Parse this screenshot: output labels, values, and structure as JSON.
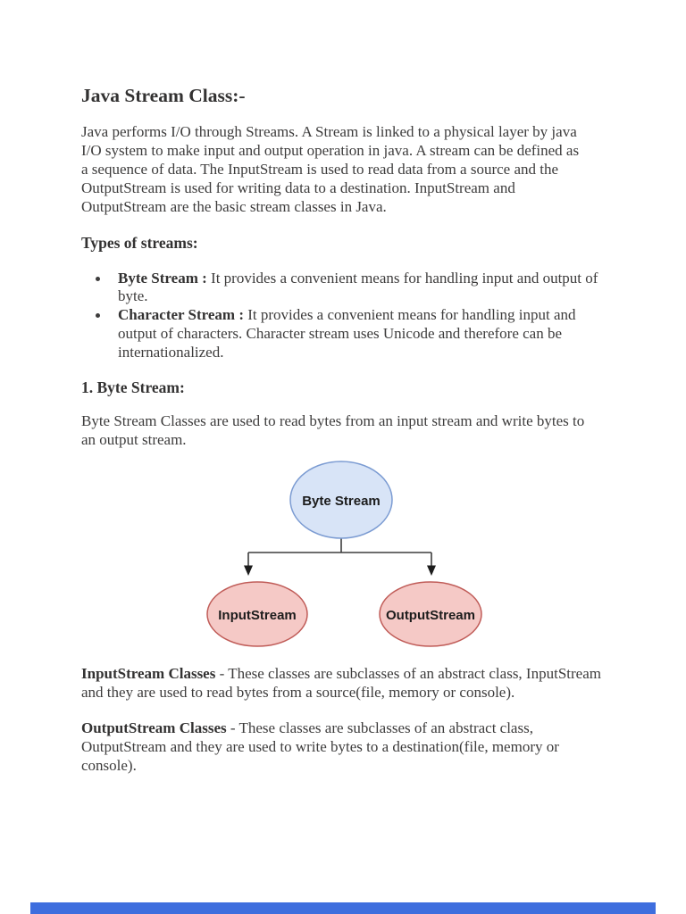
{
  "document": {
    "title": "Java Stream Class:-",
    "intro": "Java performs I/O through Streams. A Stream is linked to a physical layer by java\nI/O system to make input and output operation in java. A stream can be defined as\na sequence of data. The InputStream is used to read data from a source and the\nOutputStream is used for writing data to a destination. InputStream and\nOutputStream are the basic stream classes in Java.",
    "types_heading": "Types of streams:",
    "bullets": [
      {
        "term": "Byte Stream :",
        "desc": " It provides a convenient means for handling input and output of byte."
      },
      {
        "term": "Character Stream :",
        "desc": " It provides a convenient means for handling input and output of characters. Character stream uses Unicode and therefore can be internationalized."
      }
    ],
    "byte_stream_heading": "1. Byte Stream:",
    "byte_stream_intro": "Byte Stream Classes are used to read bytes from an input stream and write bytes to\nan output stream.",
    "inputstream_para": {
      "term": "InputStream Classes",
      "desc": " - These classes are subclasses of an abstract class, InputStream and they are used to read bytes from a source(file, memory or console)."
    },
    "outputstream_para": {
      "term": "OutputStream Classes",
      "desc": " - These classes are subclasses of an abstract class, OutputStream and they are used to write bytes to a destination(file, memory or console)."
    }
  },
  "diagram": {
    "root_label": "Byte Stream",
    "left_child_label": "InputStream",
    "right_child_label": "OutputStream",
    "root_fill": "#d8e4f7",
    "root_stroke": "#7b9bd2",
    "child_fill": "#f5c9c6",
    "child_stroke": "#c05c58",
    "connector_color": "#3d3d3d"
  },
  "footer": {
    "loading_bar_color": "#3e6ede"
  }
}
